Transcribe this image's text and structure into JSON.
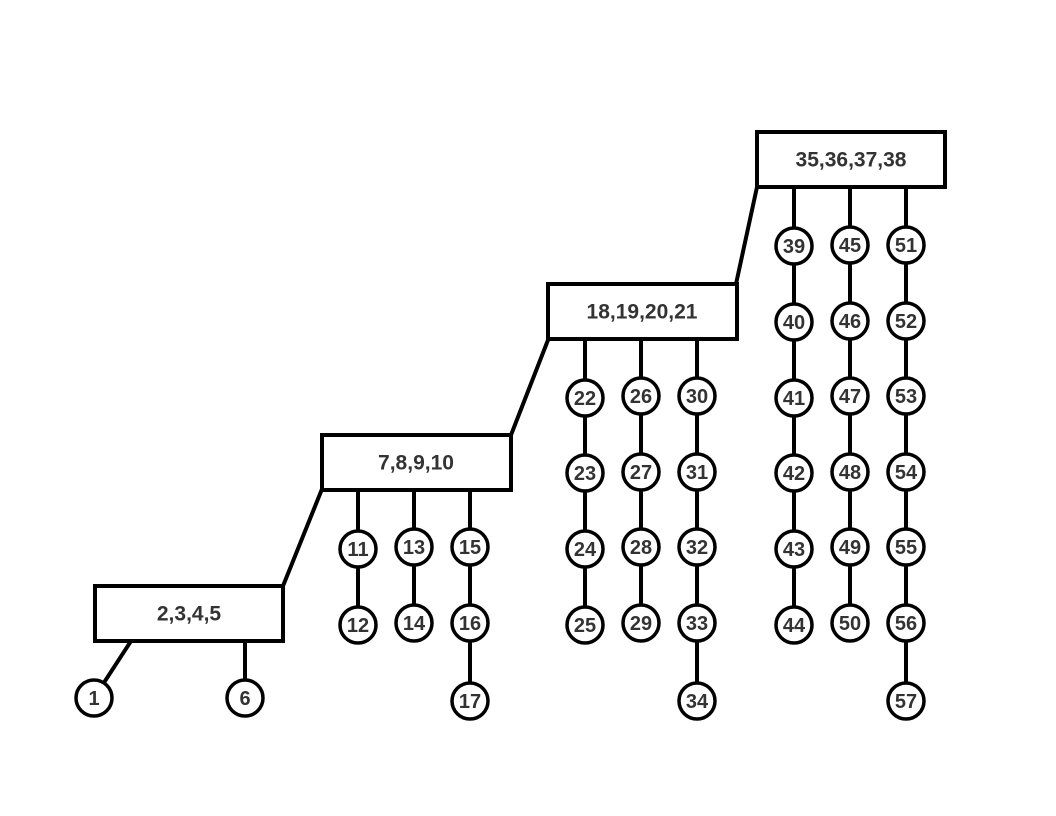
{
  "diagram": {
    "colors": {
      "stroke": "#000000",
      "fill": "#ffffff",
      "text": "#333333"
    },
    "boxes": [
      {
        "id": "b1",
        "label": "2,3,4,5"
      },
      {
        "id": "b2",
        "label": "7,8,9,10"
      },
      {
        "id": "b3",
        "label": "18,19,20,21"
      },
      {
        "id": "b4",
        "label": "35,36,37,38"
      }
    ],
    "nodes": [
      "1",
      "6",
      "11",
      "12",
      "13",
      "14",
      "15",
      "16",
      "17",
      "22",
      "23",
      "24",
      "25",
      "26",
      "27",
      "28",
      "29",
      "30",
      "31",
      "32",
      "33",
      "34",
      "39",
      "40",
      "41",
      "42",
      "43",
      "44",
      "45",
      "46",
      "47",
      "48",
      "49",
      "50",
      "51",
      "52",
      "53",
      "54",
      "55",
      "56",
      "57"
    ]
  }
}
